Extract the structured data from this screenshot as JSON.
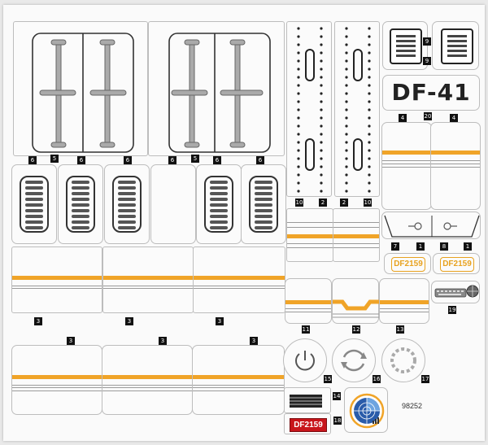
{
  "sheet": {
    "title": "DF-41",
    "code": "98252",
    "badge_text": "DF2159",
    "colors": {
      "orange": "#f0a428",
      "red": "#c8151b",
      "black": "#111111",
      "grey": "#9a9a9a"
    }
  },
  "numbers": {
    "n1": "1",
    "n2": "2",
    "n3": "3",
    "n4": "4",
    "n5": "5",
    "n6": "6",
    "n7": "7",
    "n8": "8",
    "n9": "9",
    "n10": "10",
    "n11": "11",
    "n12": "12",
    "n13": "13",
    "n14": "14",
    "n15": "15",
    "n16": "16",
    "n17": "17",
    "n18": "18",
    "n19": "19",
    "n20": "20"
  },
  "icons": [
    "power-icon",
    "refresh-icon",
    "dashed-circle-icon",
    "radar-icon",
    "keyboard-icon",
    "globe-icon",
    "vent-grille-icon",
    "hinge-icon"
  ]
}
